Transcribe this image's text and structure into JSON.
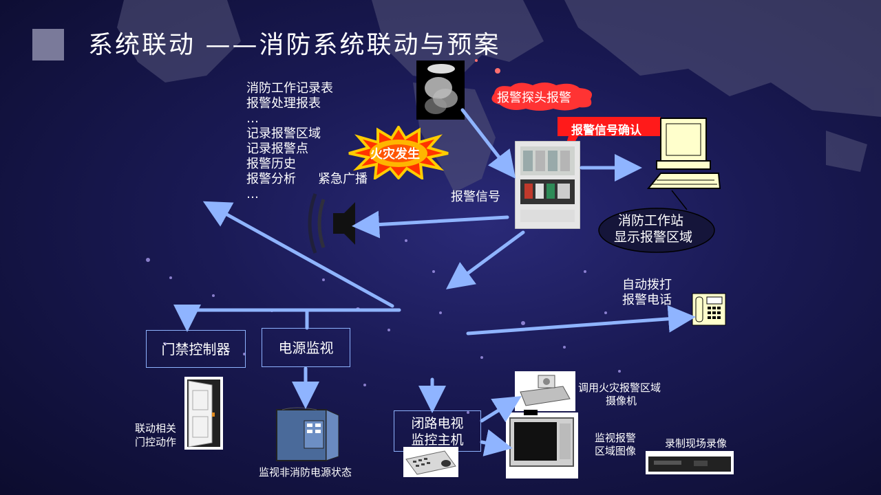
{
  "title": "系统联动 ——消防系统联动与预案",
  "records": {
    "lines": [
      "消防工作记录表",
      "报警处理报表",
      "…",
      "记录报警区域",
      "记录报警点",
      "报警历史",
      "报警分析",
      "…"
    ]
  },
  "labels": {
    "fire_burst": "火灾发生",
    "broadcast": "紧急广播",
    "detector_alarm": "报警探头报警",
    "signal_confirm": "报警信号确认",
    "alarm_signal": "报警信号",
    "workstation_line1": "消防工作站",
    "workstation_line2": "显示报警区域",
    "auto_dial_line1": "自动拨打",
    "auto_dial_line2": "报警电话",
    "access_controller": "门禁控制器",
    "power_monitor": "电源监视",
    "door_action_line1": "联动相关",
    "door_action_line2": "门控动作",
    "non_fire_power": "监视非消防电源状态",
    "cctv_line1": "闭路电视",
    "cctv_line2": "监控主机",
    "camera_line1": "调用火灾报警区域",
    "camera_line2": "摄像机",
    "monitor_line1": "监视报警",
    "monitor_line2": "区域图像",
    "recorder": "录制现场录像"
  },
  "colors": {
    "arrow": "#8fb4ff",
    "callout_red": "#ff1a1a",
    "burst_outer": "#ffcc00",
    "burst_inner": "#ff3300",
    "cream": "#ffffcc"
  },
  "icons": [
    "smoke-detector-icon",
    "fire-panel-icon",
    "computer-icon",
    "telephone-icon",
    "speaker-icon",
    "door-icon",
    "power-cabinet-icon",
    "camera-icon",
    "crt-monitor-icon",
    "keyboard-controller-icon",
    "vcr-icon"
  ]
}
